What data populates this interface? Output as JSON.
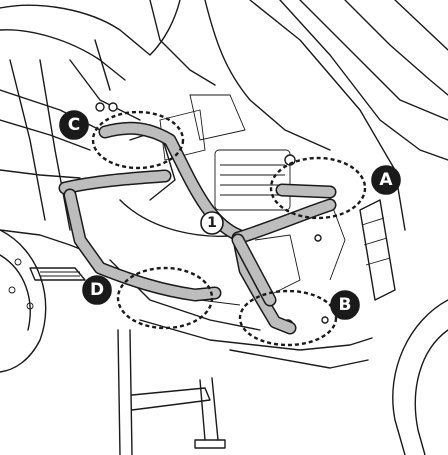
{
  "callouts": {
    "A": "A",
    "B": "B",
    "C": "C",
    "D": "D"
  },
  "part_number": "1"
}
